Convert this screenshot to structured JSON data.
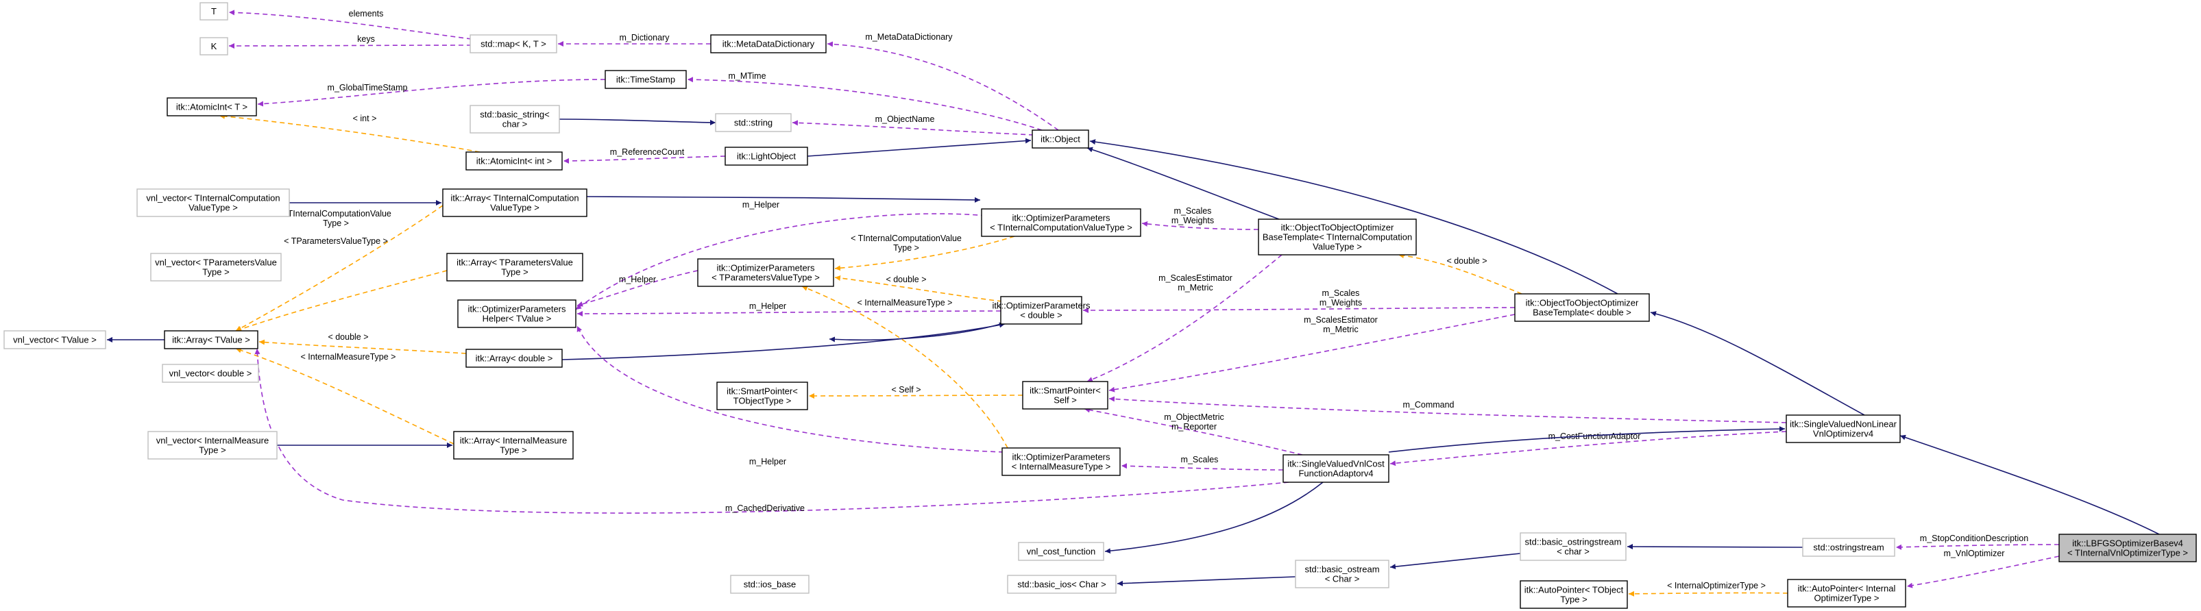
{
  "nodes": [
    {
      "id": "T",
      "lines": [
        "T"
      ],
      "ext": true
    },
    {
      "id": "K",
      "lines": [
        "K"
      ],
      "ext": true
    },
    {
      "id": "map",
      "lines": [
        "std::map< K, T >"
      ],
      "ext": true
    },
    {
      "id": "mdd",
      "lines": [
        "itk::MetaDataDictionary"
      ]
    },
    {
      "id": "timestamp",
      "lines": [
        "itk::TimeStamp"
      ]
    },
    {
      "id": "atomicT",
      "lines": [
        "itk::AtomicInt< T >"
      ]
    },
    {
      "id": "basicstr",
      "lines": [
        "std::basic_string<",
        "char >"
      ],
      "ext": true
    },
    {
      "id": "stdstring",
      "lines": [
        "std::string"
      ],
      "ext": true
    },
    {
      "id": "atomicint",
      "lines": [
        "itk::AtomicInt< int >"
      ]
    },
    {
      "id": "lightobj",
      "lines": [
        "itk::LightObject"
      ]
    },
    {
      "id": "object",
      "lines": [
        "itk::Object"
      ]
    },
    {
      "id": "vnlTIC",
      "lines": [
        "vnl_vector< TInternalComputation",
        "ValueType >"
      ],
      "ext": true
    },
    {
      "id": "arrTIC",
      "lines": [
        "itk::Array< TInternalComputation",
        "ValueType >"
      ]
    },
    {
      "id": "optpTIC",
      "lines": [
        "itk::OptimizerParameters",
        "< TInternalComputationValueType >"
      ]
    },
    {
      "id": "o2oTIC",
      "lines": [
        "itk::ObjectToObjectOptimizer",
        "BaseTemplate< TInternalComputation",
        "ValueType >"
      ]
    },
    {
      "id": "vnlTP",
      "lines": [
        "vnl_vector< TParametersValue",
        "Type >"
      ],
      "ext": true
    },
    {
      "id": "arrTP",
      "lines": [
        "itk::Array< TParametersValue",
        "Type >"
      ]
    },
    {
      "id": "optpTP",
      "lines": [
        "itk::OptimizerParameters",
        "< TParametersValueType >"
      ]
    },
    {
      "id": "helper",
      "lines": [
        "itk::OptimizerParameters",
        "Helper< TValue >"
      ]
    },
    {
      "id": "optpD",
      "lines": [
        "itk::OptimizerParameters",
        "< double >"
      ]
    },
    {
      "id": "o2oD",
      "lines": [
        "itk::ObjectToObjectOptimizer",
        "BaseTemplate< double >"
      ]
    },
    {
      "id": "vnlTV",
      "lines": [
        "vnl_vector< TValue >"
      ],
      "ext": true
    },
    {
      "id": "arrTV",
      "lines": [
        "itk::Array< TValue >"
      ]
    },
    {
      "id": "vnlD",
      "lines": [
        "vnl_vector< double >"
      ],
      "ext": true
    },
    {
      "id": "arrD",
      "lines": [
        "itk::Array< double >"
      ]
    },
    {
      "id": "spTO",
      "lines": [
        "itk::SmartPointer<",
        "TObjectType >"
      ]
    },
    {
      "id": "spSelf",
      "lines": [
        "itk::SmartPointer<",
        "Self >"
      ]
    },
    {
      "id": "svnl",
      "lines": [
        "itk::SingleValuedNonLinear",
        "VnlOptimizerv4"
      ]
    },
    {
      "id": "vnlIM",
      "lines": [
        "vnl_vector< InternalMeasure",
        "Type >"
      ],
      "ext": true
    },
    {
      "id": "arrIM",
      "lines": [
        "itk::Array< InternalMeasure",
        "Type >"
      ]
    },
    {
      "id": "optpIM",
      "lines": [
        "itk::OptimizerParameters",
        "< InternalMeasureType >"
      ]
    },
    {
      "id": "costfn",
      "lines": [
        "itk::SingleValuedVnlCost",
        "FunctionAdaptorv4"
      ]
    },
    {
      "id": "vnlcost",
      "lines": [
        "vnl_cost_function"
      ],
      "ext": true
    },
    {
      "id": "bosstream",
      "lines": [
        "std::basic_ostringstream",
        "< char >"
      ],
      "ext": true
    },
    {
      "id": "ostream",
      "lines": [
        "std::ostringstream"
      ],
      "ext": true
    },
    {
      "id": "lbfgs",
      "lines": [
        "itk::LBFGSOptimizerBasev4",
        "< TInternalVnlOptimizerType >"
      ],
      "focus": true
    },
    {
      "id": "iosbase",
      "lines": [
        "std::ios_base"
      ],
      "ext": true
    },
    {
      "id": "basicios",
      "lines": [
        "std::basic_ios< Char >"
      ],
      "ext": true
    },
    {
      "id": "basicostream",
      "lines": [
        "std::basic_ostream",
        "< Char >"
      ],
      "ext": true
    },
    {
      "id": "apTO",
      "lines": [
        "itk::AutoPointer< TObject",
        "Type >"
      ]
    },
    {
      "id": "apIO",
      "lines": [
        "itk::AutoPointer< Internal",
        "OptimizerType >"
      ]
    }
  ],
  "edges": [
    {
      "id": "e1",
      "kind": "use",
      "label": [
        "elements"
      ]
    },
    {
      "id": "e2",
      "kind": "use",
      "label": [
        "keys"
      ]
    },
    {
      "id": "e3",
      "kind": "use",
      "label": [
        "m_Dictionary"
      ]
    },
    {
      "id": "e4",
      "kind": "use",
      "label": [
        "m_MetaDataDictionary"
      ]
    },
    {
      "id": "e5",
      "kind": "use",
      "label": [
        "m_GlobalTimeStamp"
      ]
    },
    {
      "id": "e6",
      "kind": "use",
      "label": [
        "m_MTime"
      ]
    },
    {
      "id": "e7",
      "kind": "templ",
      "label": [
        "< int >"
      ]
    },
    {
      "id": "e8",
      "kind": "inherit",
      "label": []
    },
    {
      "id": "e9",
      "kind": "use",
      "label": [
        "m_ObjectName"
      ]
    },
    {
      "id": "e10",
      "kind": "use",
      "label": [
        "m_ReferenceCount"
      ]
    },
    {
      "id": "e11",
      "kind": "inherit",
      "label": []
    },
    {
      "id": "e12",
      "kind": "inherit",
      "label": []
    },
    {
      "id": "e13",
      "kind": "inherit",
      "label": []
    },
    {
      "id": "e14",
      "kind": "inherit",
      "label": []
    },
    {
      "id": "e15",
      "kind": "use",
      "label": [
        "m_Helper"
      ]
    },
    {
      "id": "e16",
      "kind": "use",
      "label": [
        "m_Scales",
        "m_Weights"
      ]
    },
    {
      "id": "e17",
      "kind": "inherit",
      "label": []
    },
    {
      "id": "e18",
      "kind": "templ",
      "label": [
        "< TInternalComputationValue",
        "Type >"
      ]
    },
    {
      "id": "e19",
      "kind": "use",
      "label": [
        "m_Helper"
      ]
    },
    {
      "id": "e20",
      "kind": "templ",
      "label": [
        "< double >"
      ]
    },
    {
      "id": "e21",
      "kind": "use",
      "label": [
        "m_Helper"
      ]
    },
    {
      "id": "e22",
      "kind": "templ",
      "label": [
        "< InternalMeasureType >"
      ]
    },
    {
      "id": "e23",
      "kind": "use",
      "label": [
        "m_ScalesEstimator",
        "m_Metric"
      ]
    },
    {
      "id": "e24",
      "kind": "templ",
      "label": [
        "< double >"
      ]
    },
    {
      "id": "e25",
      "kind": "use",
      "label": [
        "m_Scales",
        "m_Weights"
      ]
    },
    {
      "id": "e26",
      "kind": "inherit",
      "label": []
    },
    {
      "id": "e27",
      "kind": "use",
      "label": [
        "m_ScalesEstimator",
        "m_Metric"
      ]
    },
    {
      "id": "e28",
      "kind": "inherit",
      "label": []
    },
    {
      "id": "e29",
      "kind": "templ",
      "label": [
        "< TInternalComputationValue",
        "Type >"
      ]
    },
    {
      "id": "e30",
      "kind": "templ",
      "label": [
        "< TParametersValueType >"
      ]
    },
    {
      "id": "e31",
      "kind": "templ",
      "label": [
        "< double >"
      ]
    },
    {
      "id": "e32",
      "kind": "templ",
      "label": [
        "< InternalMeasureType >"
      ]
    },
    {
      "id": "e33",
      "kind": "inherit",
      "label": []
    },
    {
      "id": "e34",
      "kind": "inherit",
      "label": []
    },
    {
      "id": "e35",
      "kind": "templ",
      "label": [
        "< Self >"
      ]
    },
    {
      "id": "e36",
      "kind": "use",
      "label": [
        "m_Command"
      ]
    },
    {
      "id": "e37",
      "kind": "use",
      "label": [
        "m_ObjectMetric",
        "m_Reporter"
      ]
    },
    {
      "id": "e38",
      "kind": "use",
      "label": [
        "m_CostFunctionAdaptor"
      ]
    },
    {
      "id": "e39",
      "kind": "inherit",
      "label": []
    },
    {
      "id": "e40",
      "kind": "inherit",
      "label": []
    },
    {
      "id": "e41",
      "kind": "use",
      "label": [
        "m_Helper"
      ]
    },
    {
      "id": "e42",
      "kind": "use",
      "label": [
        "m_Scales"
      ]
    },
    {
      "id": "e43",
      "kind": "use",
      "label": [
        "m_CachedDerivative"
      ]
    },
    {
      "id": "e44",
      "kind": "inherit",
      "label": []
    },
    {
      "id": "e45",
      "kind": "inherit",
      "label": []
    },
    {
      "id": "e46",
      "kind": "use",
      "label": [
        "m_StopConditionDescription"
      ]
    },
    {
      "id": "e47",
      "kind": "inherit",
      "label": []
    },
    {
      "id": "e48",
      "kind": "inherit",
      "label": []
    },
    {
      "id": "e49",
      "kind": "templ",
      "label": [
        "< InternalOptimizerType >"
      ]
    },
    {
      "id": "e50",
      "kind": "use",
      "label": [
        "m_VnlOptimizer"
      ]
    },
    {
      "id": "e51",
      "kind": "inherit",
      "label": []
    }
  ],
  "colors": {
    "inherit": "#191970",
    "use": "#9a32cd",
    "templ": "#ffa500",
    "focus_fill": "#bfbfbf",
    "ext_border": "#bfbfbf"
  }
}
